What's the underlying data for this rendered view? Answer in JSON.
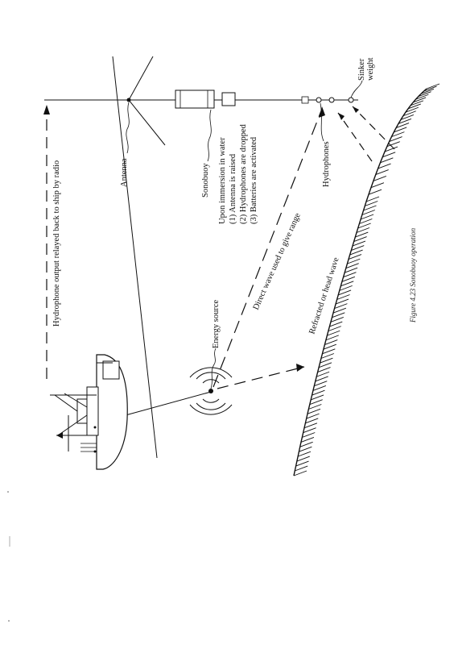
{
  "diagram": {
    "caption": "Figure 4.23  Sonobuoy operation",
    "labels": {
      "radio_relay": "Hydrophone output relayed back to ship by radio",
      "antenna": "Antenna",
      "sonobuoy": "Sonobuoy",
      "sinker": "Sinker weight",
      "hydrophones": "Hydrophones",
      "energy_source": "Energy source",
      "direct_wave": "Direct wave used to give range",
      "refracted_wave": "Refracted or head wave",
      "immersion_title": "Upon immersion in water",
      "immersion_1": "(1) Antenna is raised",
      "immersion_2": "(2) Hydrophones are dropped",
      "immersion_3": "(3) Batteries are activated"
    }
  }
}
